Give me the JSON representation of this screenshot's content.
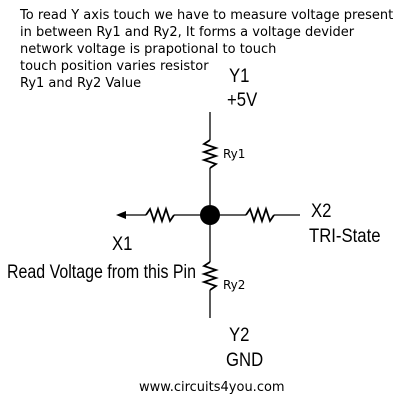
{
  "description": {
    "lines": [
      "To read Y axis touch we have to measure voltage present",
      "in between Ry1 and Ry2, It forms a voltage devider",
      "network voltage is prapotional to touch",
      "touch position varies resistor",
      "Ry1 and Ry2 Value"
    ]
  },
  "nodes": {
    "y1": {
      "name": "Y1",
      "value": "+5V"
    },
    "y2": {
      "name": "Y2",
      "value": "GND"
    },
    "x1": {
      "name": "X1",
      "note": "Read Voltage from this Pin"
    },
    "x2": {
      "name": "X2",
      "value": "TRI-State"
    }
  },
  "resistors": {
    "ry1": "Ry1",
    "ry2": "Ry2"
  },
  "footer": {
    "website": "www.circuits4you.com"
  }
}
